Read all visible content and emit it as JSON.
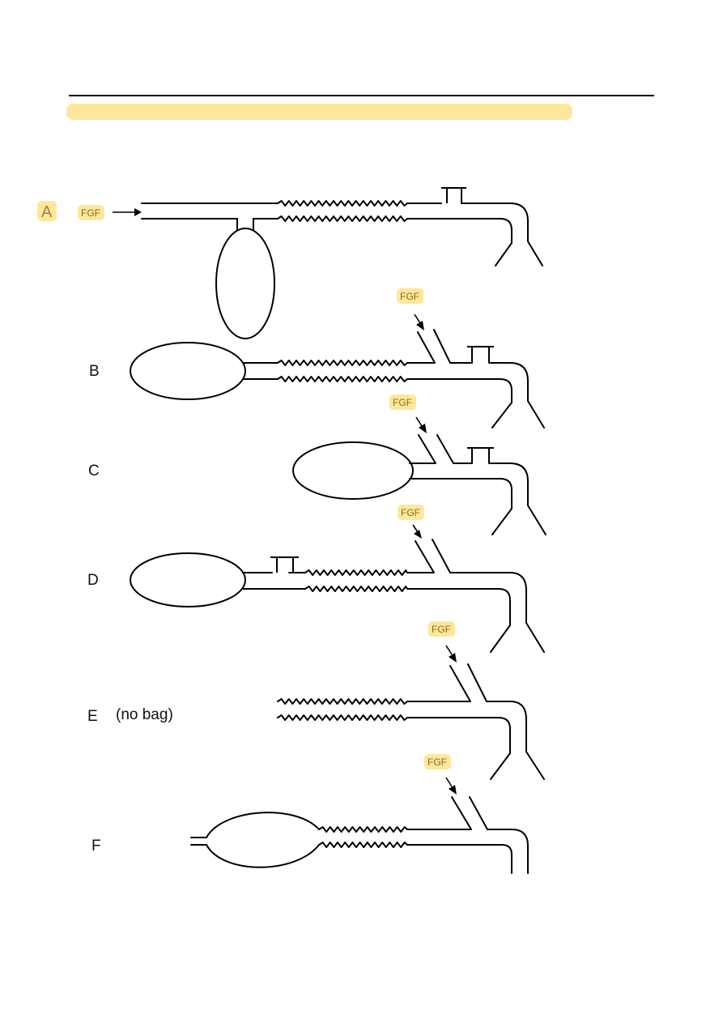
{
  "header": {
    "rule_color": "#000000",
    "highlight_color": "#fde79a"
  },
  "labels": {
    "a": "A",
    "b": "B",
    "c": "C",
    "d": "D",
    "e": "E",
    "e_note": "(no bag)",
    "f": "F"
  },
  "fgf_label": "FGF",
  "colors": {
    "line": "#000000",
    "fgf_badge": "#fde79a",
    "fgf_text": "#8a6d1a"
  }
}
